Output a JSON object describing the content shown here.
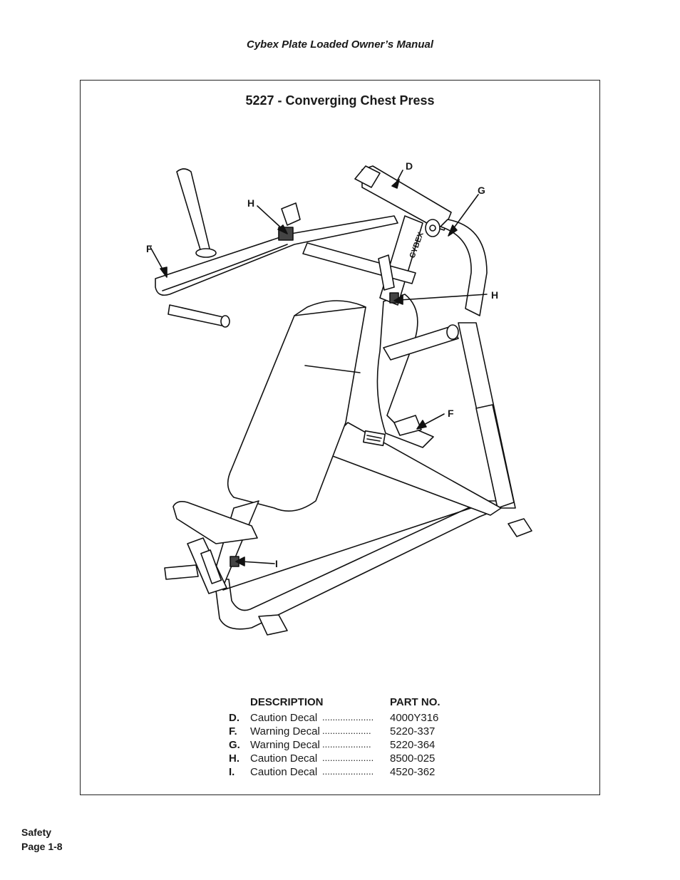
{
  "header": {
    "manual_title": "Cybex Plate Loaded Owner’s Manual"
  },
  "figure": {
    "title": "5227 - Converging Chest Press",
    "callouts": [
      "D",
      "G",
      "H",
      "F",
      "H",
      "F",
      "I"
    ]
  },
  "parts_table": {
    "col_description": "DESCRIPTION",
    "col_part_no": "PART NO.",
    "rows": [
      {
        "letter": "D.",
        "description": "Caution Decal",
        "dots": "....................",
        "part_no": "4000Y316"
      },
      {
        "letter": "F.",
        "description": "Warning Decal",
        "dots": "...................",
        "part_no": "5220-337"
      },
      {
        "letter": "G.",
        "description": "Warning Decal",
        "dots": "...................",
        "part_no": "5220-364"
      },
      {
        "letter": "H.",
        "description": "Caution Decal",
        "dots": "....................",
        "part_no": "8500-025"
      },
      {
        "letter": "I.",
        "description": "Caution Decal",
        "dots": "....................",
        "part_no": "4520-362"
      }
    ]
  },
  "footer": {
    "section": "Safety",
    "page": "Page 1-8"
  },
  "machine_label": "CYBEX"
}
